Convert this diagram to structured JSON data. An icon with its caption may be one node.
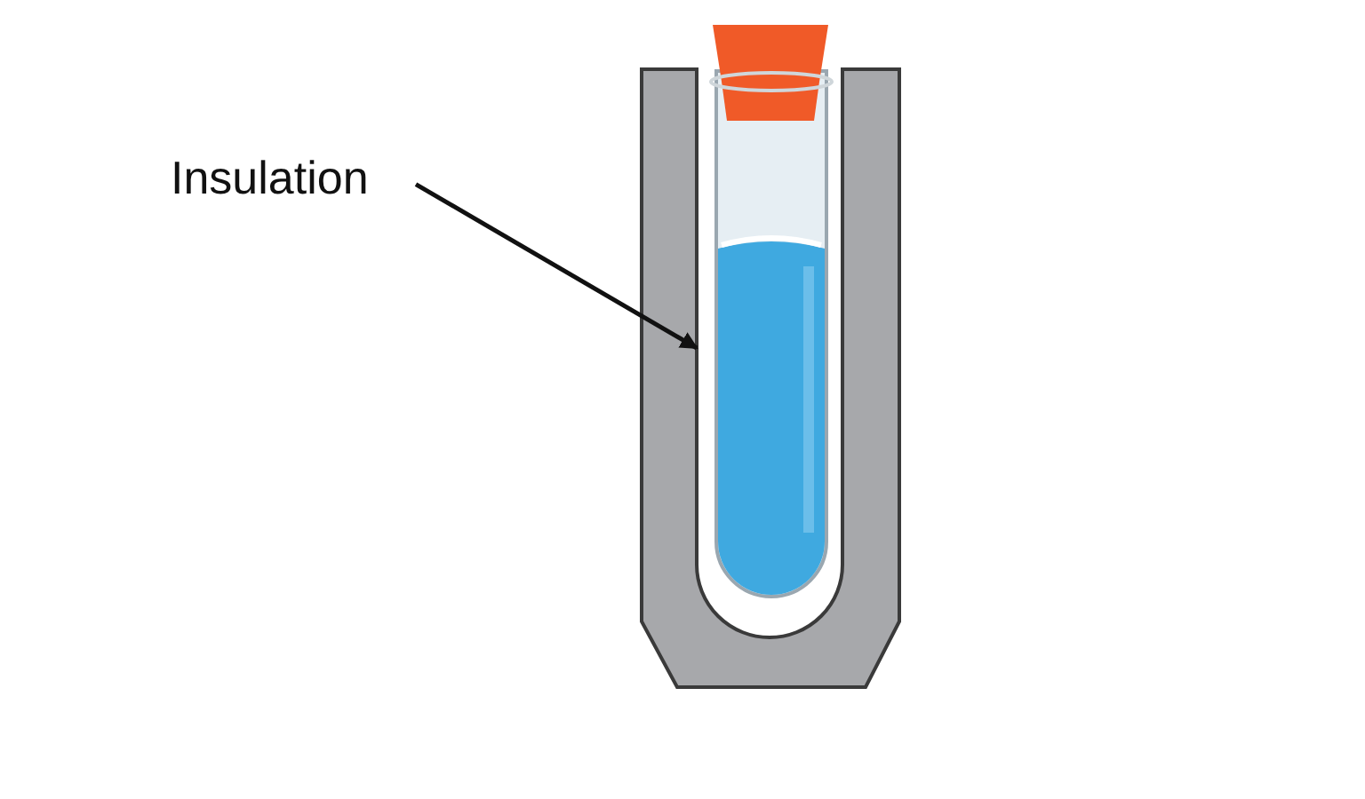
{
  "diagram": {
    "nodes": [
      {
        "text": [
          "Insulation"
        ]
      },
      {
        "text": [],
        "shape": "picture"
      }
    ],
    "edges": [
      {
        "from": 0,
        "to": 1,
        "arrow": "to"
      }
    ]
  }
}
